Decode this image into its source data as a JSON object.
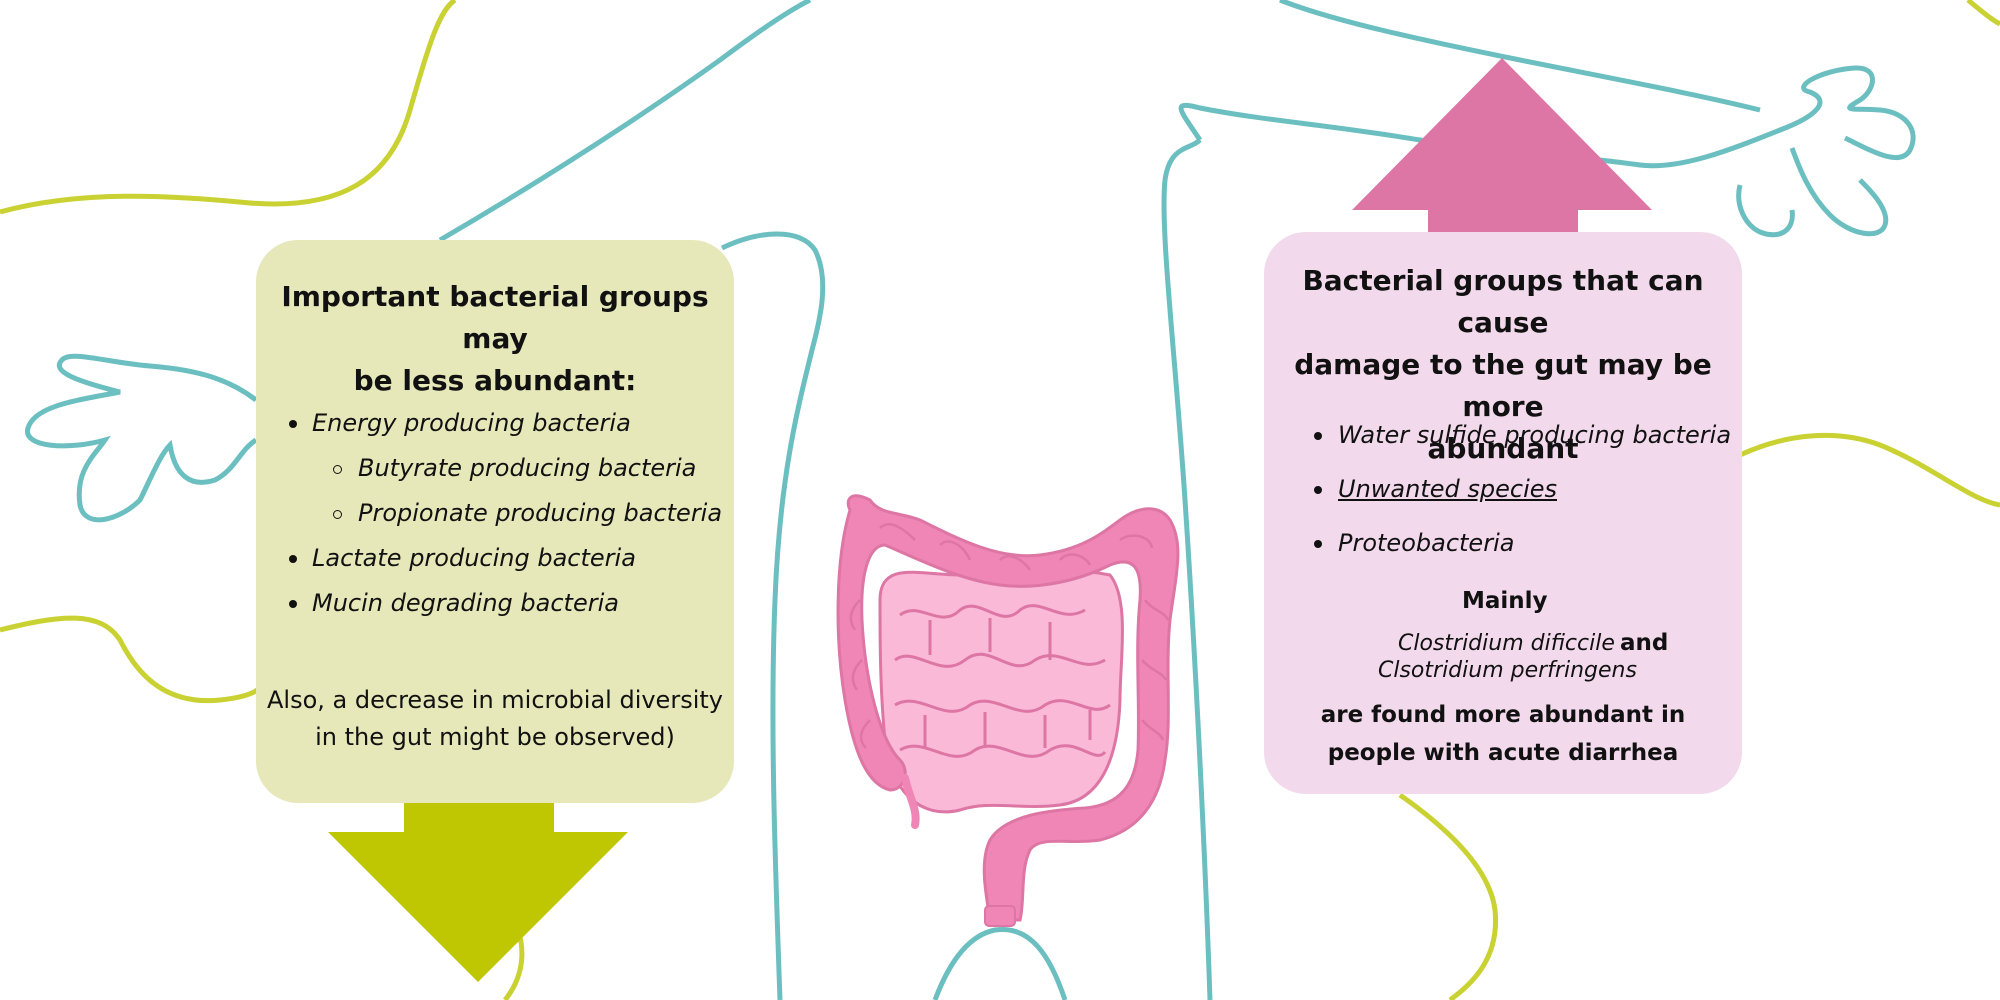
{
  "colors": {
    "green_box": "#e6e8b9",
    "pink_box": "#f2d9ec",
    "green_arrow": "#bec702",
    "pink_arrow": "#dd76a4",
    "teal_line": "#6cbfc0",
    "yellow_line": "#c9d232",
    "intestine_pink": "#ef86b5",
    "intestine_light": "#f9b9d7"
  },
  "left_box": {
    "title_line1": "Important bacterial groups may",
    "title_line2": "be less abundant:",
    "items": [
      {
        "label": "Energy producing bacteria",
        "level": 1
      },
      {
        "label": "Butyrate producing bacteria",
        "level": 2
      },
      {
        "label": "Propionate producing bacteria",
        "level": 2
      },
      {
        "label": "Lactate producing bacteria",
        "level": 1
      },
      {
        "label": "Mucin degrading bacteria",
        "level": 1
      }
    ],
    "note_line1": "Also, a decrease in microbial diversity",
    "note_line2": "in the gut might be observed)"
  },
  "right_box": {
    "title_line1": "Bacterial groups that can cause",
    "title_line2": "damage to the gut may be more",
    "title_line3": "abundant",
    "items": [
      {
        "label": "Water sulfide producing bacteria"
      },
      {
        "label": "Unwanted species"
      },
      {
        "label": "Proteobacteria"
      }
    ],
    "mainly": "Mainly",
    "species1": "Clostridium dificcile",
    "and_word": "and",
    "species2": "Clsotridium perfringens",
    "tail_line1": "are found more abundant in",
    "tail_line2": "people with acute diarrhea"
  }
}
